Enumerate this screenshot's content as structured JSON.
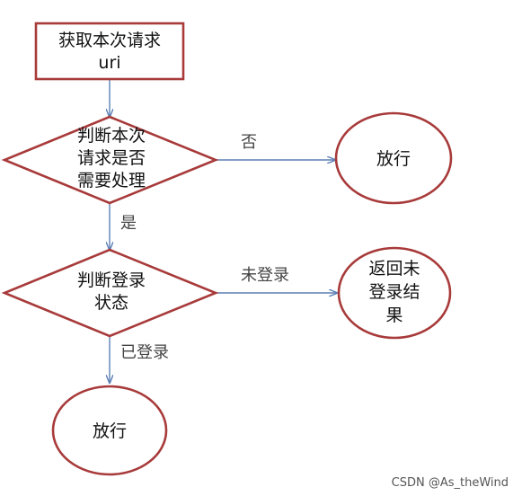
{
  "colors": {
    "shape_stroke": "#a83a3a",
    "arrow": "#5b7fb5",
    "text": "#111111",
    "edge_text": "#444444"
  },
  "nodes": {
    "start": {
      "lines": [
        "获取本次请求",
        "uri"
      ]
    },
    "check_needed": {
      "lines": [
        "判断本次",
        "请求是否",
        "需要处理"
      ]
    },
    "pass_top": {
      "lines": [
        "放行"
      ]
    },
    "check_login": {
      "lines": [
        "判断登录",
        "状态"
      ]
    },
    "return_not_logged": {
      "lines": [
        "返回未",
        "登录结",
        "果"
      ]
    },
    "pass_bottom": {
      "lines": [
        "放行"
      ]
    }
  },
  "edges": {
    "no": "否",
    "yes": "是",
    "not_logged_in": "未登录",
    "logged_in": "已登录"
  },
  "watermark": "CSDN @As_theWind"
}
